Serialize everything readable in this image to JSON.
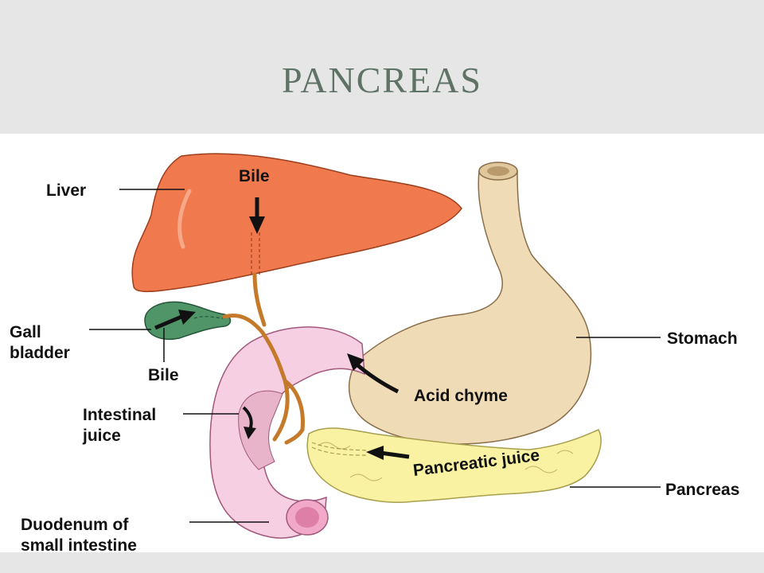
{
  "slide": {
    "title": "PANCREAS"
  },
  "labels": {
    "liver": "Liver",
    "bile_top": "Bile",
    "gall_line1": "Gall",
    "gall_line2": "bladder",
    "bile_bottom": "Bile",
    "stomach": "Stomach",
    "acid_chyme": "Acid chyme",
    "intestinal_line1": "Intestinal",
    "intestinal_line2": "juice",
    "pancreatic_juice": "Pancreatic juice",
    "pancreas": "Pancreas",
    "duodenum_line1": "Duodenum of",
    "duodenum_line2": "small intestine"
  },
  "colors": {
    "liver": "#f07a4e",
    "gallbladder": "#4f9567",
    "stomach": "#efdcb7",
    "duodenum": "#f7cfe3",
    "pancreas": "#f8f2a2",
    "duct": "#c47a2a"
  }
}
